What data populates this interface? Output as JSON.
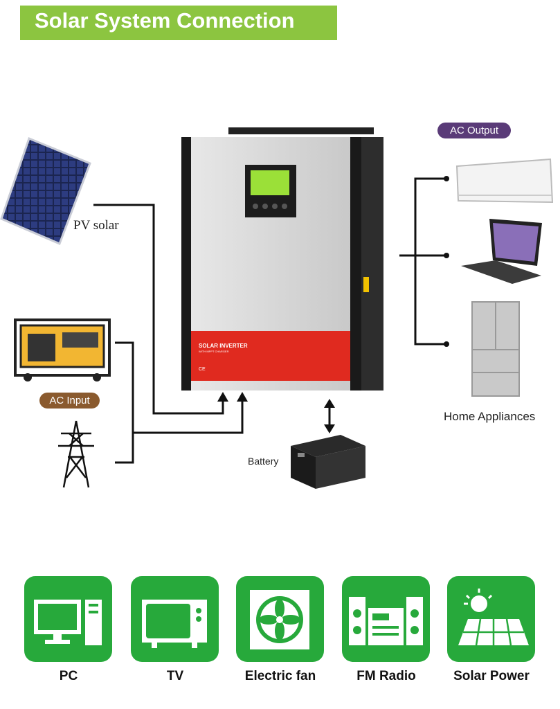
{
  "header": {
    "title": "Solar System Connection"
  },
  "labels": {
    "ac_output": "AC Output",
    "ac_input": "AC Input",
    "pv_solar": "PV solar",
    "battery": "Battery",
    "home_appliances": "Home Appliances"
  },
  "inverter": {
    "brand_text": "SOLAR INVERTER",
    "sub_text": "WITH MPPT CHARGER",
    "mark": "CE"
  },
  "icon_tiles": [
    {
      "label": "PC",
      "icon": "computer-icon"
    },
    {
      "label": "TV",
      "icon": "tv-icon"
    },
    {
      "label": "Electric fan",
      "icon": "fan-icon"
    },
    {
      "label": "FM Radio",
      "icon": "radio-icon"
    },
    {
      "label": "Solar Power",
      "icon": "solar-power-icon"
    }
  ],
  "colors": {
    "title_bg": "#8cc540",
    "ac_output_pill": "#5a3b78",
    "ac_input_pill": "#8a5a2e",
    "tile_green": "#27a93b",
    "inverter_red": "#e02a1f"
  }
}
